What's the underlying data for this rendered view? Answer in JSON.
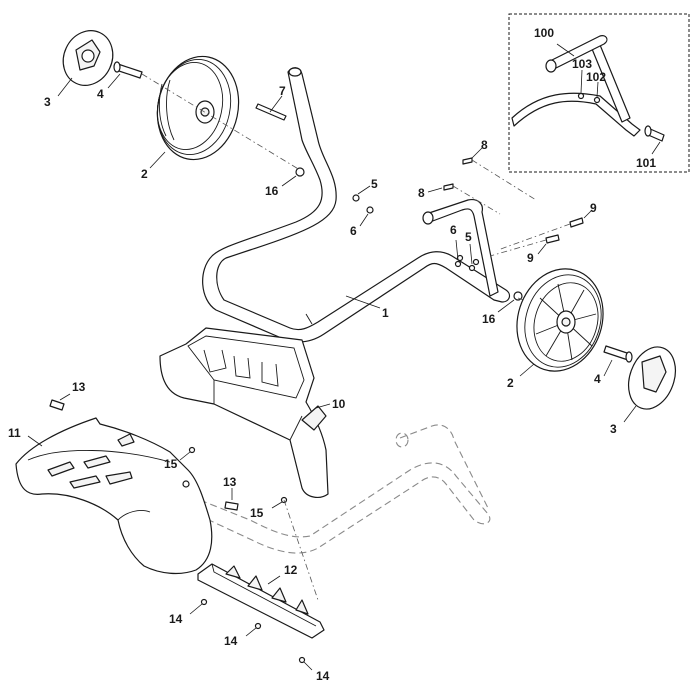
{
  "diagram": {
    "type": "exploded-parts-diagram",
    "callouts": [
      {
        "id": "c100",
        "text": "100"
      },
      {
        "id": "c103",
        "text": "103"
      },
      {
        "id": "c102",
        "text": "102"
      },
      {
        "id": "c101",
        "text": "101"
      },
      {
        "id": "c3a",
        "text": "3"
      },
      {
        "id": "c4a",
        "text": "4"
      },
      {
        "id": "c2a",
        "text": "2"
      },
      {
        "id": "c7",
        "text": "7"
      },
      {
        "id": "c16a",
        "text": "16"
      },
      {
        "id": "c5a",
        "text": "5"
      },
      {
        "id": "c6a",
        "text": "6"
      },
      {
        "id": "c8a",
        "text": "8"
      },
      {
        "id": "c8b",
        "text": "8"
      },
      {
        "id": "c9a",
        "text": "9"
      },
      {
        "id": "c9b",
        "text": "9"
      },
      {
        "id": "c6b",
        "text": "6"
      },
      {
        "id": "c5b",
        "text": "5"
      },
      {
        "id": "c1",
        "text": "1"
      },
      {
        "id": "c16b",
        "text": "16"
      },
      {
        "id": "c2b",
        "text": "2"
      },
      {
        "id": "c4b",
        "text": "4"
      },
      {
        "id": "c3b",
        "text": "3"
      },
      {
        "id": "c13a",
        "text": "13"
      },
      {
        "id": "c10",
        "text": "10"
      },
      {
        "id": "c11",
        "text": "11"
      },
      {
        "id": "c15a",
        "text": "15"
      },
      {
        "id": "c13b",
        "text": "13"
      },
      {
        "id": "c15b",
        "text": "15"
      },
      {
        "id": "c12",
        "text": "12"
      },
      {
        "id": "c14a",
        "text": "14"
      },
      {
        "id": "c14b",
        "text": "14"
      },
      {
        "id": "c14c",
        "text": "14"
      }
    ]
  }
}
